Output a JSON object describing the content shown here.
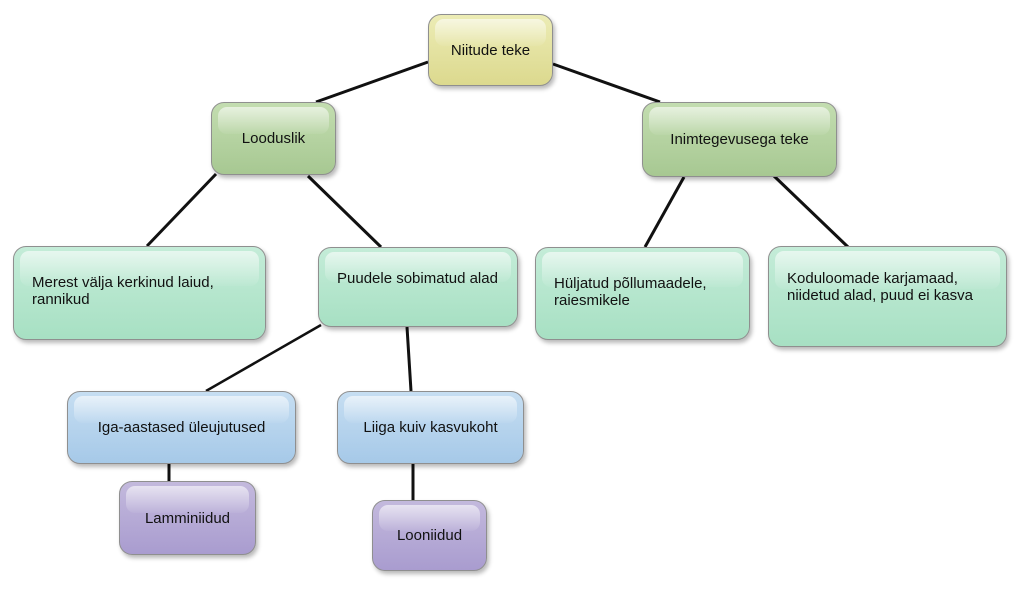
{
  "diagram": {
    "root": {
      "label": "Niitude teke"
    },
    "branches": [
      {
        "label": "Looduslik"
      },
      {
        "label": "Inimtegevusega teke"
      }
    ],
    "natural_children": [
      {
        "label": "Merest välja kerkinud laiud, rannikud"
      },
      {
        "label": "Puudele sobimatud alad"
      }
    ],
    "human_children": [
      {
        "label": "Hüljatud põllumaadele, raiesmikele"
      },
      {
        "label": "Koduloomade karjamaad, niidetud alad, puud ei kasva"
      }
    ],
    "unsuitable_children": [
      {
        "label": "Iga-aastased üleujutused"
      },
      {
        "label": "Liiga kuiv kasvukoht"
      }
    ],
    "results": [
      {
        "label": "Lamminiidud"
      },
      {
        "label": "Looniidud"
      }
    ],
    "colors": {
      "root": "#dcd98e",
      "branch": "#a7c892",
      "leaf": "#a7e0c3",
      "cause": "#a6c9e8",
      "result": "#a99ccf",
      "connector": "#111111"
    }
  }
}
